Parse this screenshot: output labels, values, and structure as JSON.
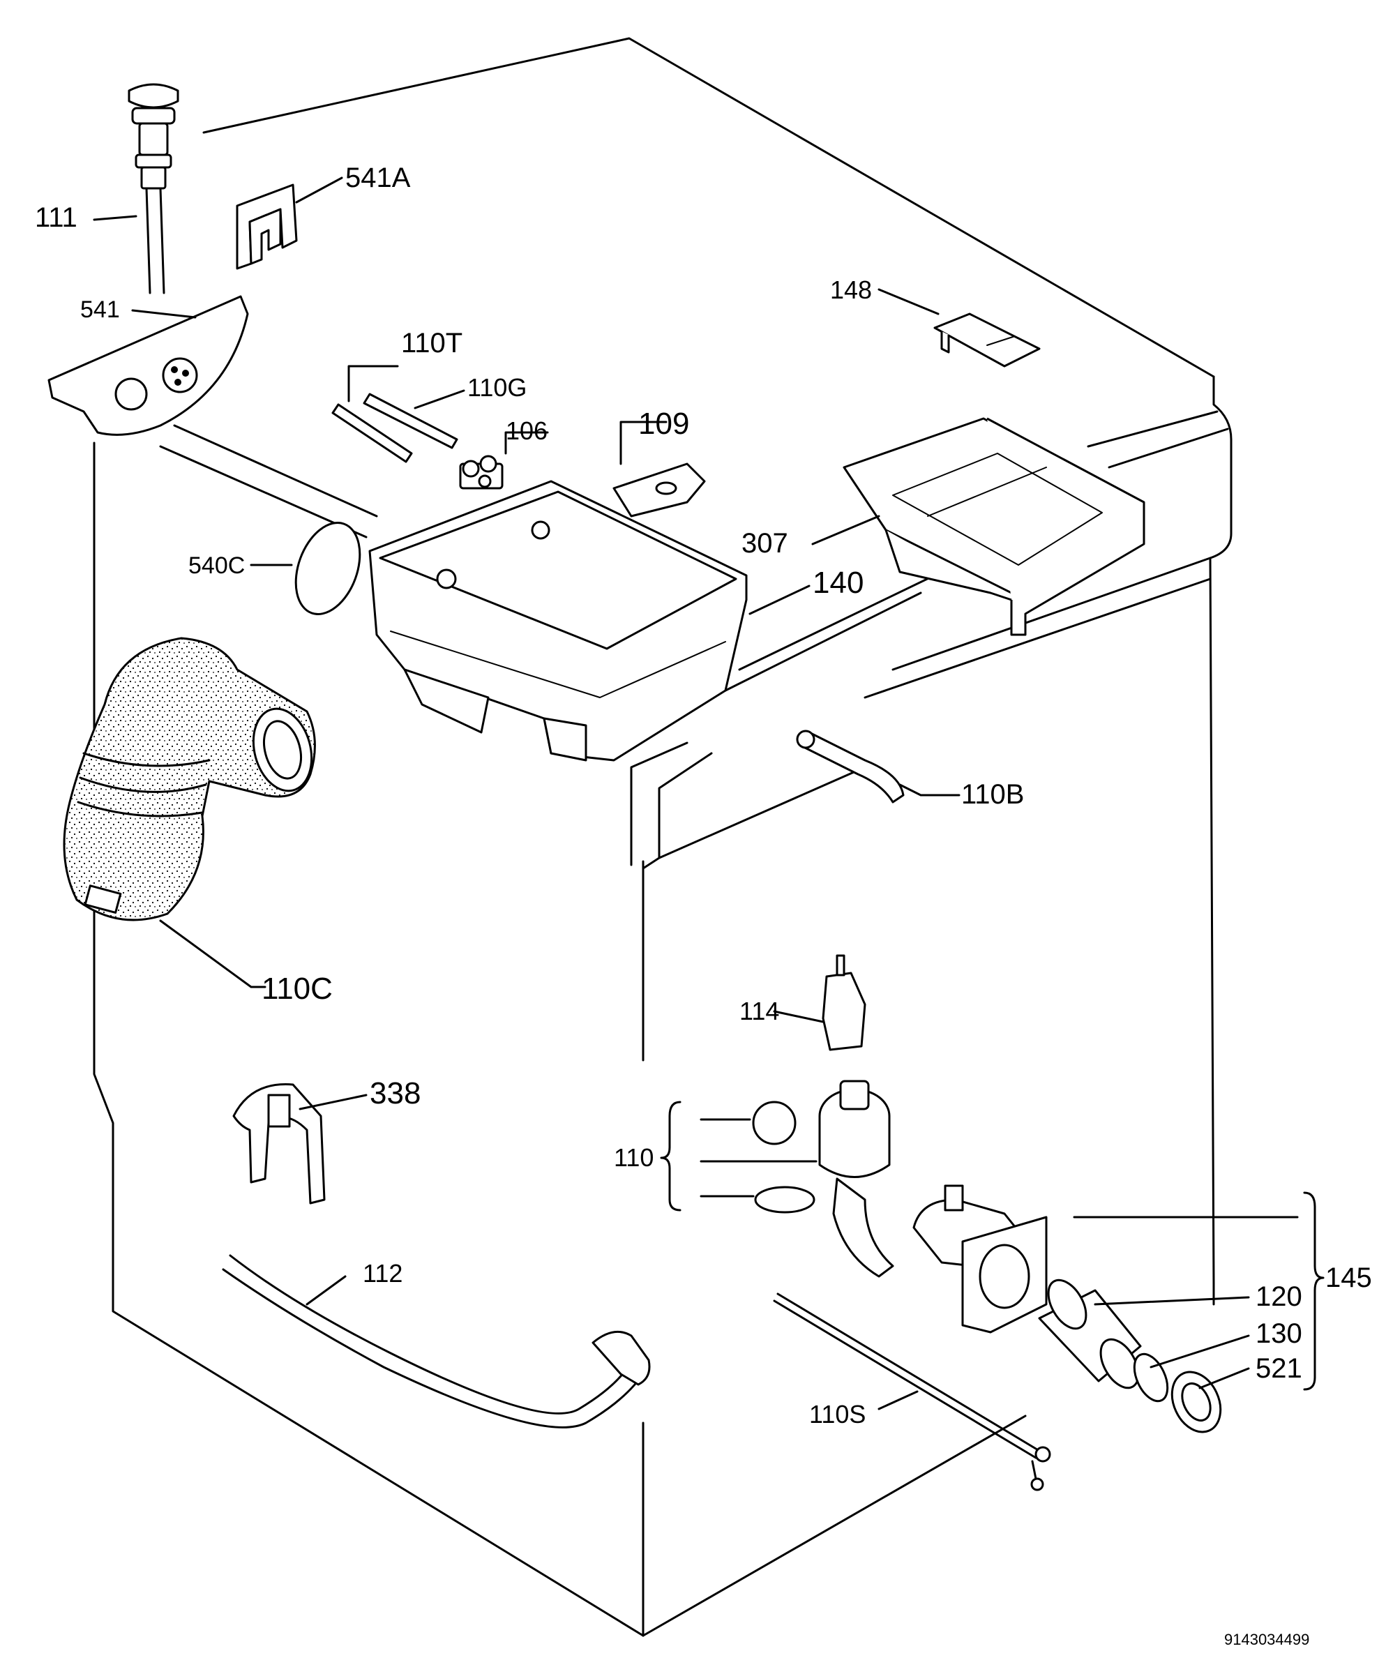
{
  "diagram": {
    "drawing_number": "9143034499",
    "labels": {
      "p111": "111",
      "p541A": "541A",
      "p541": "541",
      "p110T": "110T",
      "p110G": "110G",
      "p106": "106",
      "p109": "109",
      "p148": "148",
      "p307": "307",
      "p140": "140",
      "p540C": "540C",
      "p110B": "110B",
      "p110C": "110C",
      "p114": "114",
      "p338": "338",
      "p110": "110",
      "p145": "145",
      "p120": "120",
      "p130": "130",
      "p521": "521",
      "p112": "112",
      "p110S": "110S"
    }
  }
}
